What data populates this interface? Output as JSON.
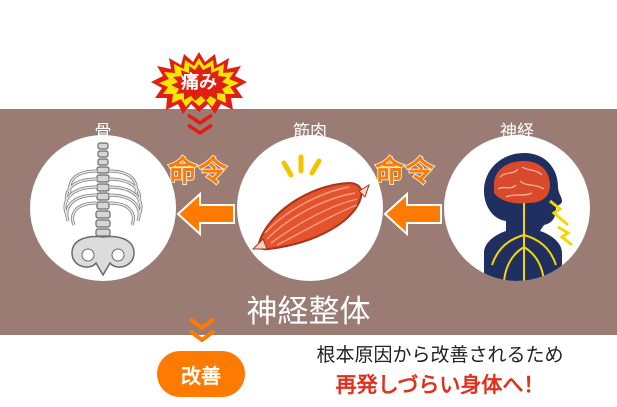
{
  "pain_label": "痛み",
  "labels": {
    "bone": "骨",
    "muscle": "筋肉",
    "nerve": "神経"
  },
  "command": "命令",
  "band_title": "神経整体",
  "improve_label": "改善",
  "caption_line1": "根本原因から改善されるため",
  "caption_line2": "再発しづらい身体へ！",
  "colors": {
    "band": "#9b7c74",
    "accent": "#ff7a00",
    "burst": "#e01f12",
    "caption_red": "#e0301e",
    "nerve_body": "#1f2f5f"
  },
  "icons": [
    "skeleton-icon",
    "muscle-icon",
    "brain-nerve-icon",
    "arrow-left-icon",
    "chevron-down-icon",
    "burst-icon"
  ]
}
